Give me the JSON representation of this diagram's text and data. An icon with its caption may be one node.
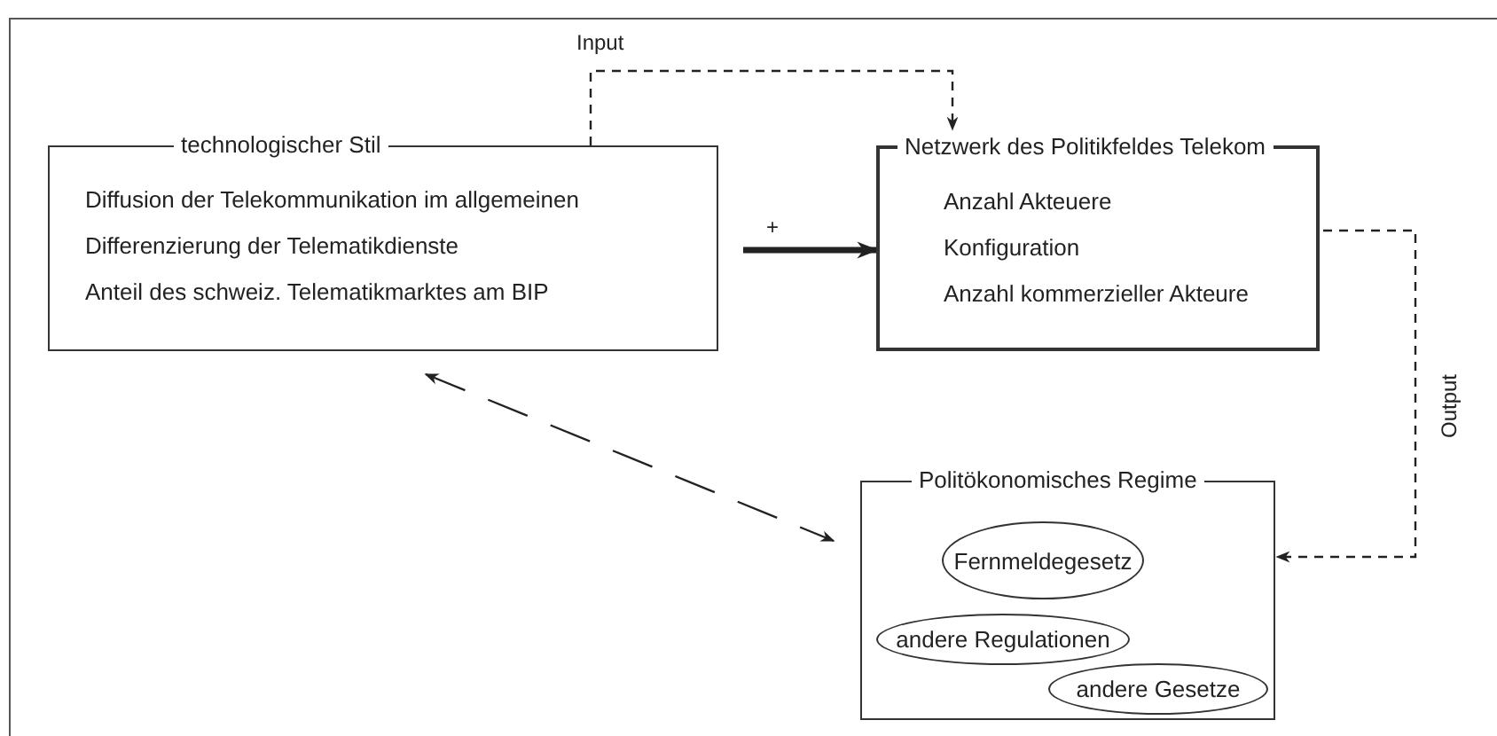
{
  "diagram": {
    "nodes": [
      {
        "text": [
          "technologischer Stil",
          "Diffusion der Telekommunikation im allgemeinen",
          "Differenzierung der Telematikdienste",
          "Anteil des schweiz. Telematikmarktes am BIP"
        ]
      },
      {
        "text": [
          "Netzwerk des Politikfeldes Telekom",
          "Anzahl Akteuere",
          "Konfiguration",
          "Anzahl kommerzieller Akteure"
        ]
      },
      {
        "text": [
          "Politökonomisches Regime"
        ]
      },
      {
        "text": [
          "Fernmeldegesetz"
        ],
        "in": 2
      },
      {
        "text": [
          "andere Regulationen"
        ],
        "in": 2
      },
      {
        "text": [
          "andere Gesetze"
        ],
        "in": 2
      }
    ],
    "edges": [
      {
        "from": 0,
        "to": 1,
        "arrow": "to",
        "label": "Input",
        "style": "dashed"
      },
      {
        "from": 0,
        "to": 1,
        "arrow": "to",
        "label": "+",
        "style": "thick"
      },
      {
        "from": 1,
        "to": 2,
        "arrow": "to",
        "label": "Output",
        "style": "dashed"
      },
      {
        "from": 0,
        "to": 2,
        "arrow": "both",
        "style": "dashed"
      }
    ]
  }
}
